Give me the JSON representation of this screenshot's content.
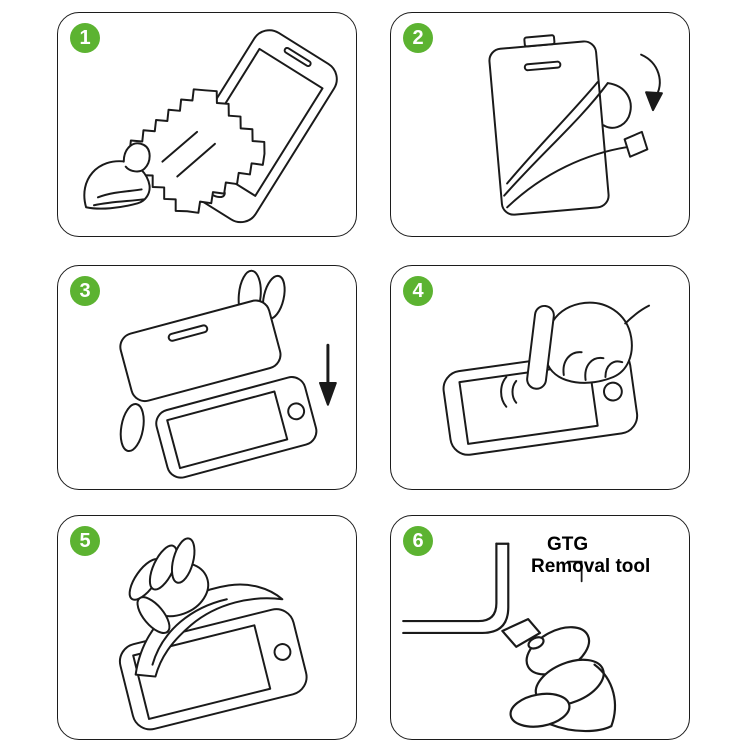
{
  "colors": {
    "badge_green": "#5cb331",
    "line_black": "#1a1a1a",
    "background": "#ffffff"
  },
  "steps": [
    {
      "number": "1",
      "illustration": "wipe-screen-with-cloth-icon"
    },
    {
      "number": "2",
      "illustration": "peel-film-from-protector-icon"
    },
    {
      "number": "3",
      "illustration": "align-protector-over-phone-icon"
    },
    {
      "number": "4",
      "illustration": "press-finger-on-screen-icon"
    },
    {
      "number": "5",
      "illustration": "smooth-film-on-screen-icon"
    },
    {
      "number": "6",
      "illustration": "corner-removal-tool-icon"
    }
  ],
  "step6_label": {
    "line1": "GTG",
    "line2": "Removal tool"
  }
}
